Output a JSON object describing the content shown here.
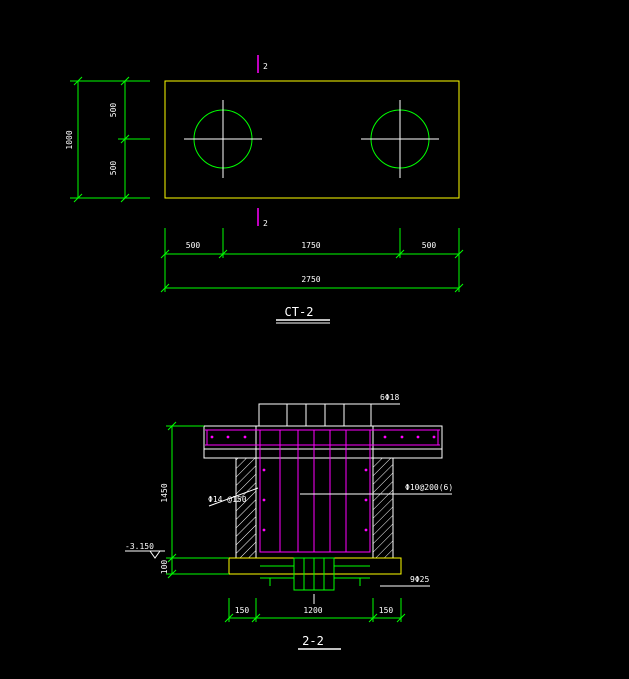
{
  "plan": {
    "section_mark_top": "2",
    "section_mark_bottom": "2",
    "dim_height_total": "1000",
    "dim_height_upper": "500",
    "dim_height_lower": "500",
    "dim_width_left": "500",
    "dim_width_middle": "1750",
    "dim_width_right": "500",
    "dim_width_total": "2750",
    "title": "CT-2"
  },
  "section": {
    "rebar_top_label": "6Φ18",
    "rebar_vertical_label": "Φ10@200(6)",
    "rebar_stirrup_label": "Φ14 @150",
    "rebar_bottom_label": "9Φ25",
    "dim_height": "1450",
    "dim_base": "100",
    "elevation": "-3.150",
    "dim_width_left": "150",
    "dim_width_middle": "1200",
    "dim_width_right": "150",
    "title": "2-2"
  },
  "colors": {
    "background": "#000000",
    "outline": "#ffff00",
    "dimension": "#00ff00",
    "rebar": "#ff00ff",
    "pile": "#00ff00",
    "text": "#ffffff"
  }
}
